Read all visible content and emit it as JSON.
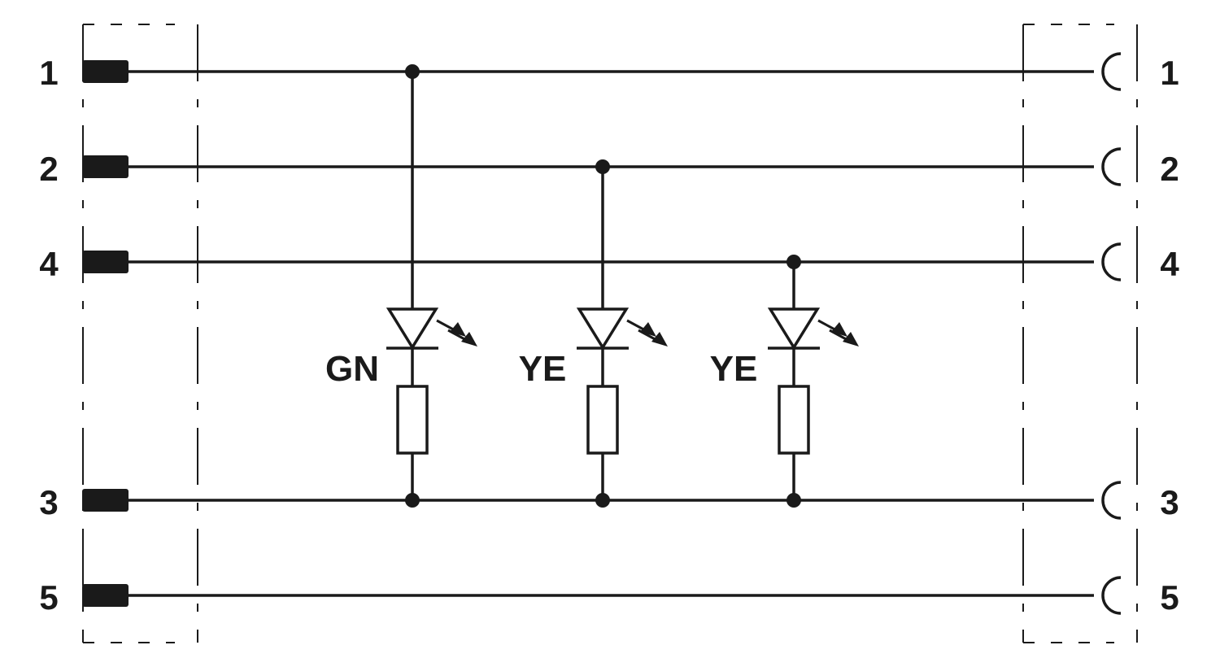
{
  "left_connector": {
    "pins": [
      "1",
      "2",
      "4",
      "3",
      "5"
    ]
  },
  "right_connector": {
    "pins": [
      "1",
      "2",
      "4",
      "3",
      "5"
    ]
  },
  "leds": [
    {
      "label": "GN",
      "anode_pin": "1"
    },
    {
      "label": "YE",
      "anode_pin": "2"
    },
    {
      "label": "YE",
      "anode_pin": "4"
    }
  ],
  "common_return_pin": "3",
  "colors": {
    "ink": "#1a1a1a",
    "background": "#ffffff"
  }
}
